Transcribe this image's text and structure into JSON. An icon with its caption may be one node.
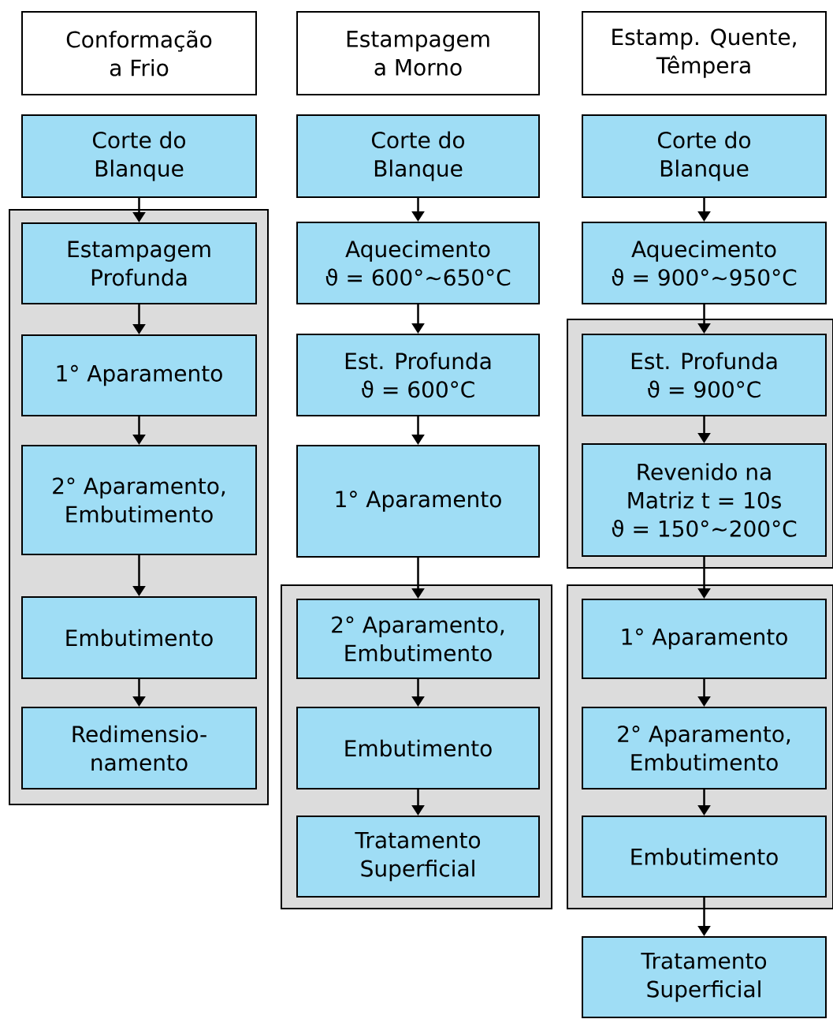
{
  "diagram": {
    "nodes": [
      {
        "text": [
          "Conformação a Frio"
        ]
      },
      {
        "text": [
          "Corte do Blanque"
        ]
      },
      {
        "text": [],
        "shape": "box"
      },
      {
        "text": [
          "Estampagem Profunda"
        ],
        "in": 2
      },
      {
        "text": [
          "1° Aparamento"
        ],
        "in": 2
      },
      {
        "text": [
          "2° Aparamento, Embutimento"
        ],
        "in": 2
      },
      {
        "text": [
          "Embutimento"
        ],
        "in": 2
      },
      {
        "text": [
          "Redimensio- namento"
        ],
        "in": 2
      },
      {
        "text": [
          "Estampagem a Morno"
        ]
      },
      {
        "text": [
          "Corte do Blanque"
        ]
      },
      {
        "text": [
          "Aquecimento",
          "ϑ = 600°~650°C"
        ]
      },
      {
        "text": [
          "Est. Profunda",
          "ϑ = 600°C"
        ]
      },
      {
        "text": [
          "1° Aparamento"
        ]
      },
      {
        "text": [],
        "shape": "box"
      },
      {
        "text": [
          "2° Aparamento, Embutimento"
        ],
        "in": 13
      },
      {
        "text": [
          "Embutimento"
        ],
        "in": 13
      },
      {
        "text": [
          "Tratamento Superficial"
        ],
        "in": 13
      },
      {
        "text": [
          "Estamp. Quente, Têmpera"
        ]
      },
      {
        "text": [
          "Corte do Blanque"
        ]
      },
      {
        "text": [
          "Aquecimento",
          "ϑ = 900°~950°C"
        ]
      },
      {
        "text": [],
        "shape": "box"
      },
      {
        "text": [
          "Est. Profunda",
          "ϑ = 900°C"
        ],
        "in": 20
      },
      {
        "text": [
          "Revenido na Matriz t = 10s",
          "ϑ = 150°~200°C"
        ],
        "in": 20
      },
      {
        "text": [],
        "shape": "box"
      },
      {
        "text": [
          "1° Aparamento"
        ],
        "in": 23
      },
      {
        "text": [
          "2° Aparamento, Embutimento"
        ],
        "in": 23
      },
      {
        "text": [
          "Embutimento"
        ],
        "in": 23
      },
      {
        "text": [
          "Tratamento Superficial"
        ]
      }
    ],
    "edges": [
      {
        "from": 1,
        "to": 3,
        "arrow": "to"
      },
      {
        "from": 3,
        "to": 4,
        "arrow": "to"
      },
      {
        "from": 4,
        "to": 5,
        "arrow": "to"
      },
      {
        "from": 5,
        "to": 6,
        "arrow": "to"
      },
      {
        "from": 6,
        "to": 7,
        "arrow": "to"
      },
      {
        "from": 9,
        "to": 10,
        "arrow": "to"
      },
      {
        "from": 10,
        "to": 11,
        "arrow": "to"
      },
      {
        "from": 11,
        "to": 12,
        "arrow": "to"
      },
      {
        "from": 12,
        "to": 14,
        "arrow": "to"
      },
      {
        "from": 14,
        "to": 15,
        "arrow": "to"
      },
      {
        "from": 15,
        "to": 16,
        "arrow": "to"
      },
      {
        "from": 18,
        "to": 19,
        "arrow": "to"
      },
      {
        "from": 19,
        "to": 21,
        "arrow": "to"
      },
      {
        "from": 21,
        "to": 22,
        "arrow": "to"
      },
      {
        "from": 22,
        "to": 24,
        "arrow": "to"
      },
      {
        "from": 24,
        "to": 25,
        "arrow": "to"
      },
      {
        "from": 25,
        "to": 26,
        "arrow": "to"
      },
      {
        "from": 26,
        "to": 27,
        "arrow": "to"
      }
    ]
  }
}
